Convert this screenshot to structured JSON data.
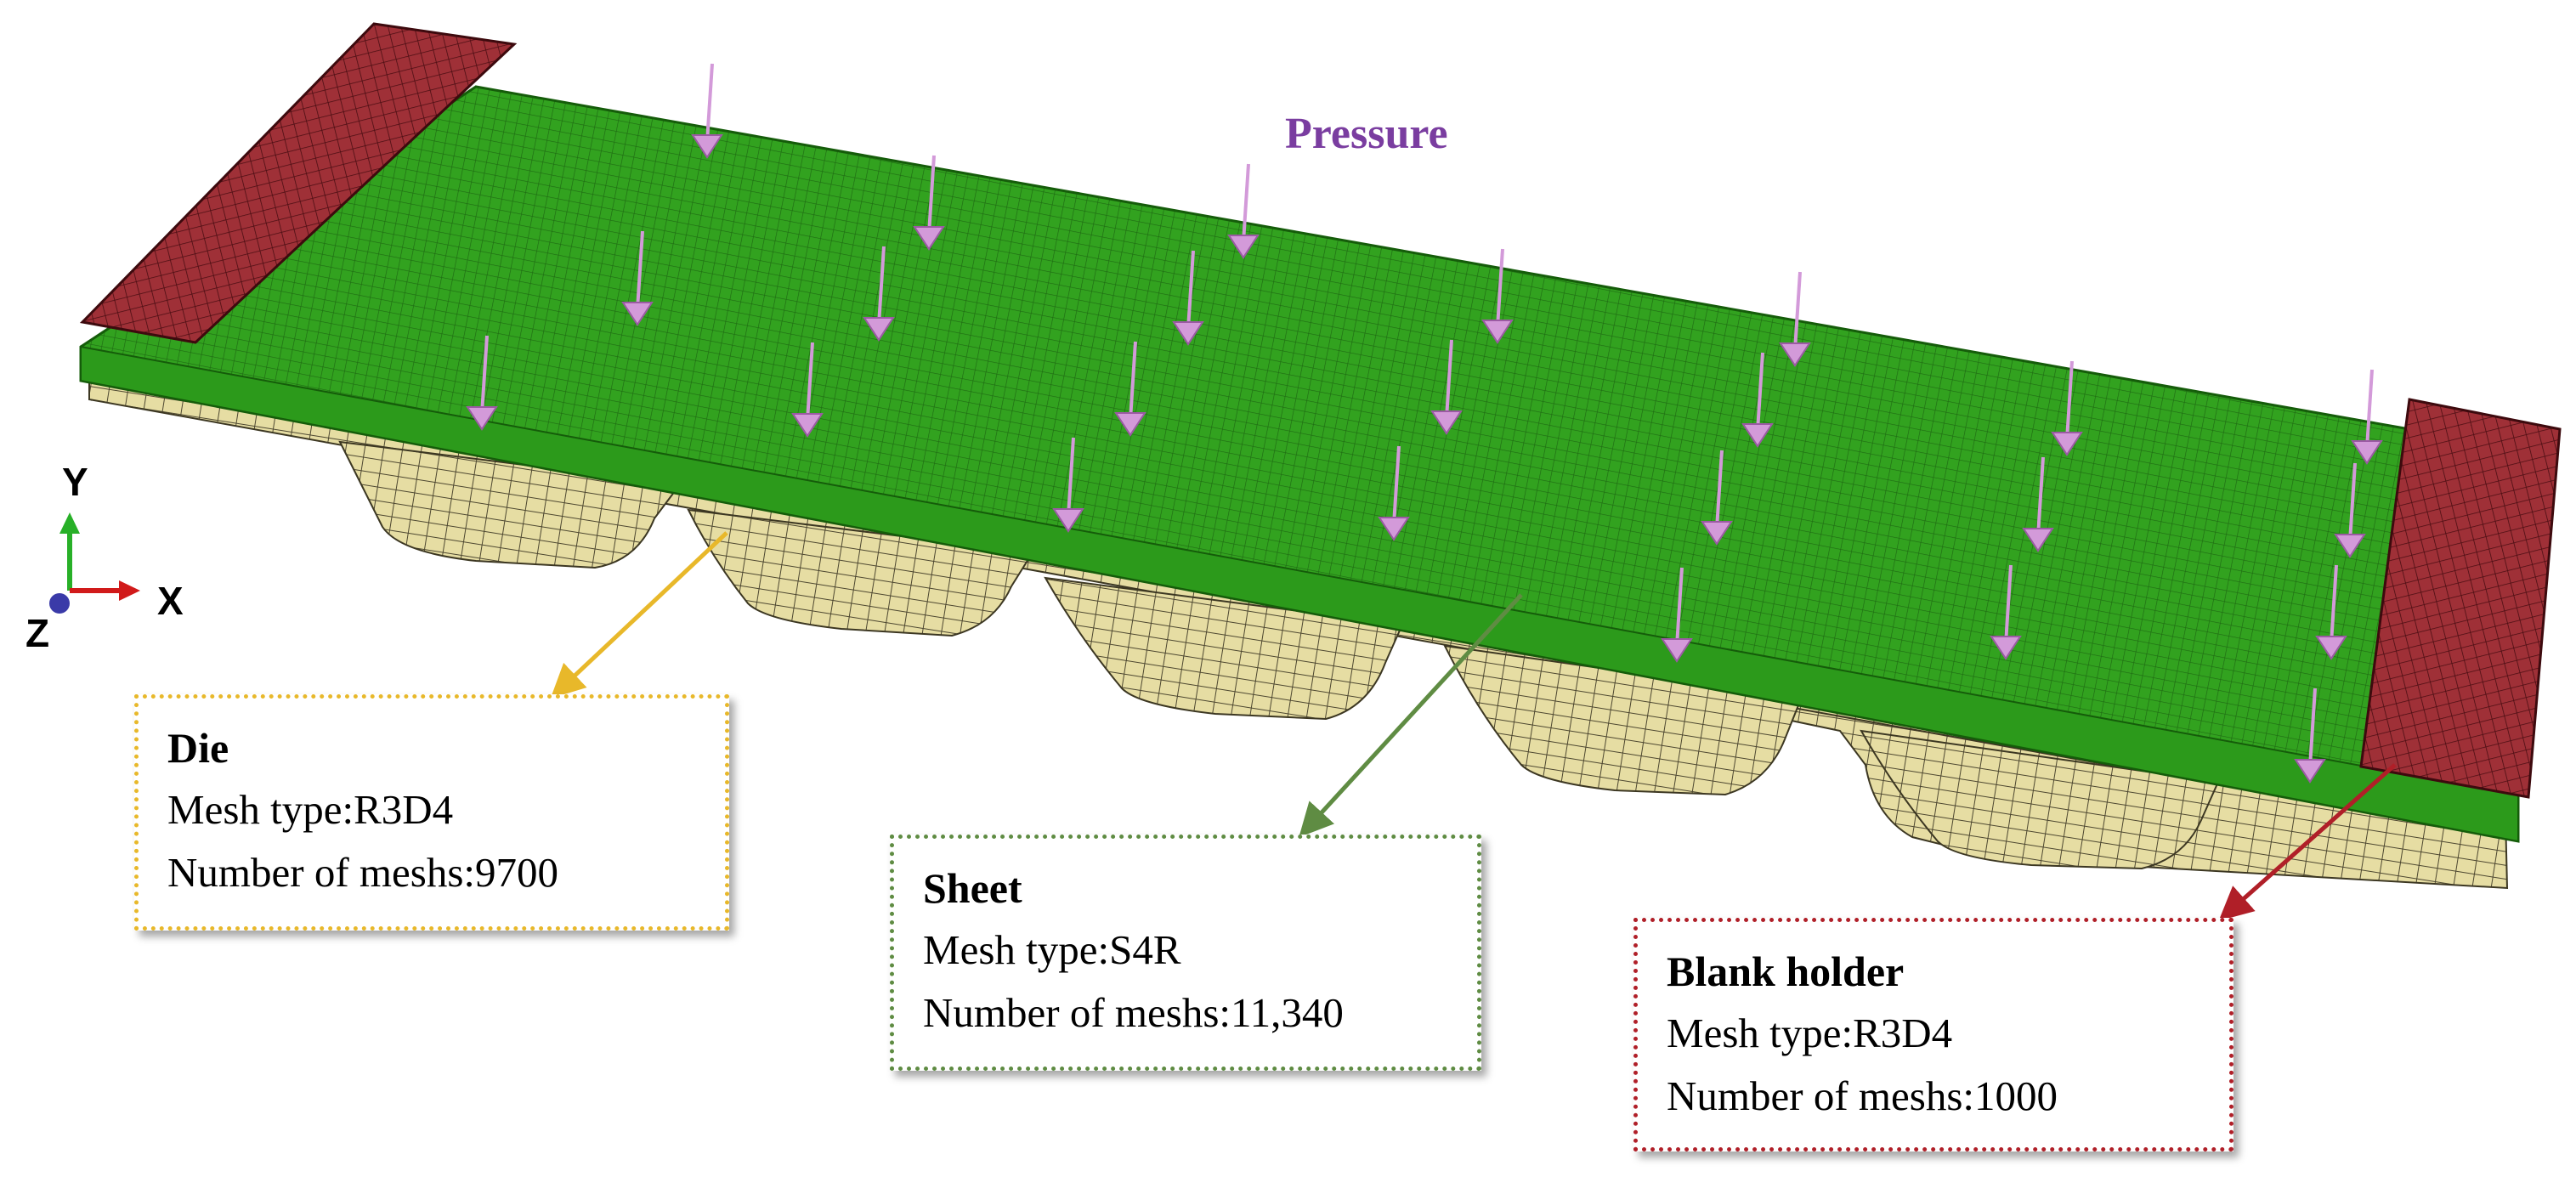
{
  "colors": {
    "die": "#e5dca1",
    "sheet": "#2f9e1d",
    "blank_holder": "#9e2f35",
    "pressure": "#7a3da0",
    "arrow": "#d39ad9"
  },
  "pressure_label": "Pressure",
  "axes": {
    "x": "X",
    "y": "Y",
    "z": "Z"
  },
  "callouts": {
    "die": {
      "title": "Die",
      "mesh_type": "Mesh type:R3D4",
      "mesh_count": "Number of meshs:9700"
    },
    "sheet": {
      "title": "Sheet",
      "mesh_type": "Mesh type:S4R",
      "mesh_count": "Number of meshs:11,340"
    },
    "holder": {
      "title": "Blank holder",
      "mesh_type": "Mesh type:R3D4",
      "mesh_count": "Number of meshs:1000"
    }
  }
}
